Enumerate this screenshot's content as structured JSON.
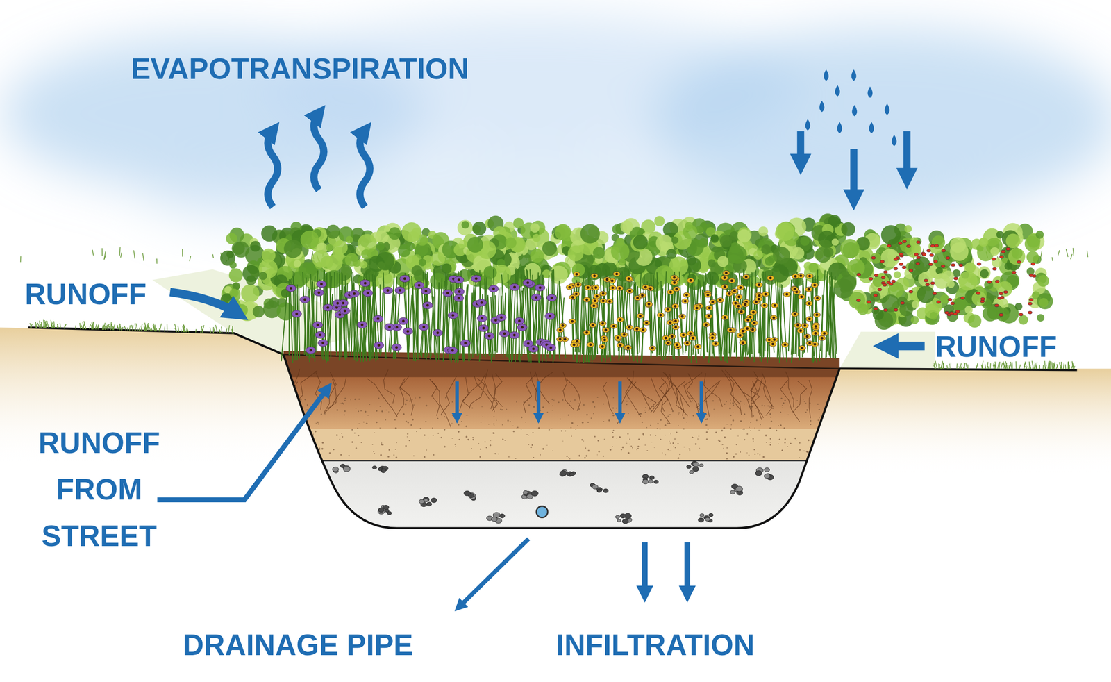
{
  "diagram": {
    "labels": [
      "EVAPOTRANSPIRATION",
      "RUNOFF",
      "RUNOFF",
      "RUNOFF FROM STREET",
      "DRAINAGE PIPE",
      "INFILTRATION"
    ]
  }
}
